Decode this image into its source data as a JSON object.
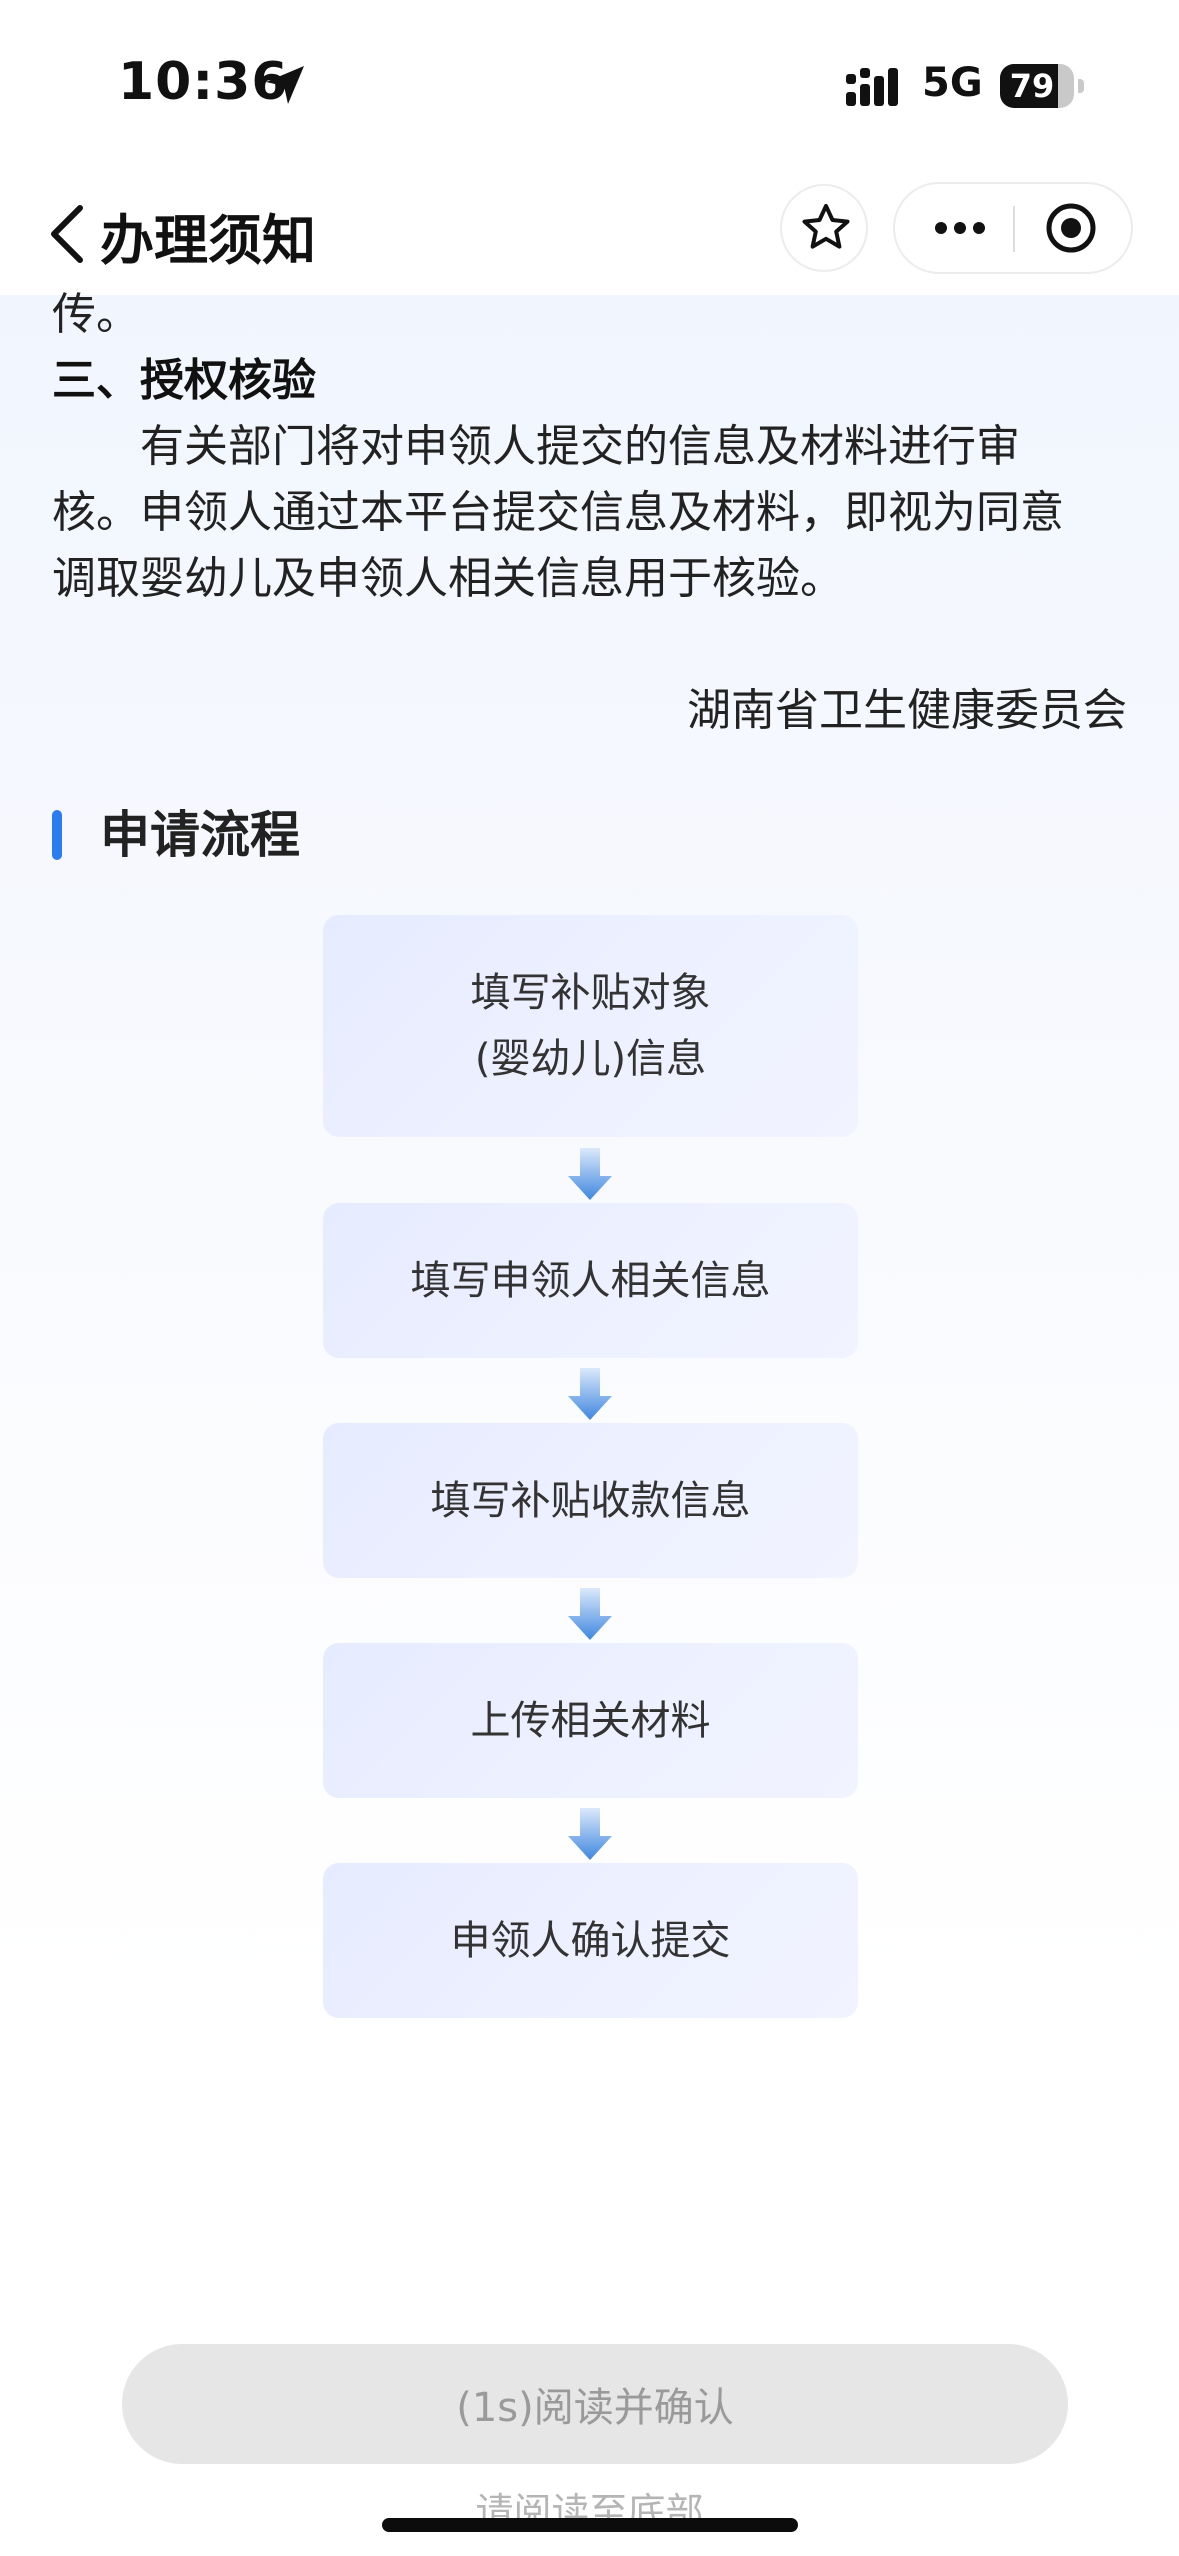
{
  "status_bar": {
    "time": "10:36",
    "network": "5G",
    "battery": "79",
    "battery_level": 0.79
  },
  "nav": {
    "title": "办理须知"
  },
  "content": {
    "line1": "传。",
    "section3_title": "三、授权核验",
    "para_line1": "有关部门将对申领人提交的信息及材料进行审",
    "para_line2": "核。申领人通过本平台提交信息及材料，即视为同意",
    "para_line3": "调取婴幼儿及申领人相关信息用于核验。",
    "signature": "湖南省卫生健康委员会"
  },
  "flow": {
    "heading": "申请流程",
    "steps": [
      {
        "line1": "填写补贴对象",
        "line2": "(婴幼儿)信息"
      },
      {
        "line1": "填写申领人相关信息"
      },
      {
        "line1": "填写补贴收款信息"
      },
      {
        "line1": "上传相关材料"
      },
      {
        "line1": "申领人确认提交"
      }
    ]
  },
  "footer": {
    "confirm_label": "(1s)阅读并确认",
    "hint": "请阅读至底部"
  },
  "colors": {
    "accent": "#2b7cf0",
    "step_bg": "#eaeeff",
    "button_disabled_bg": "#e6e6e6",
    "arrow_top": "#dbe9fb",
    "arrow_bottom": "#3f87e0"
  }
}
